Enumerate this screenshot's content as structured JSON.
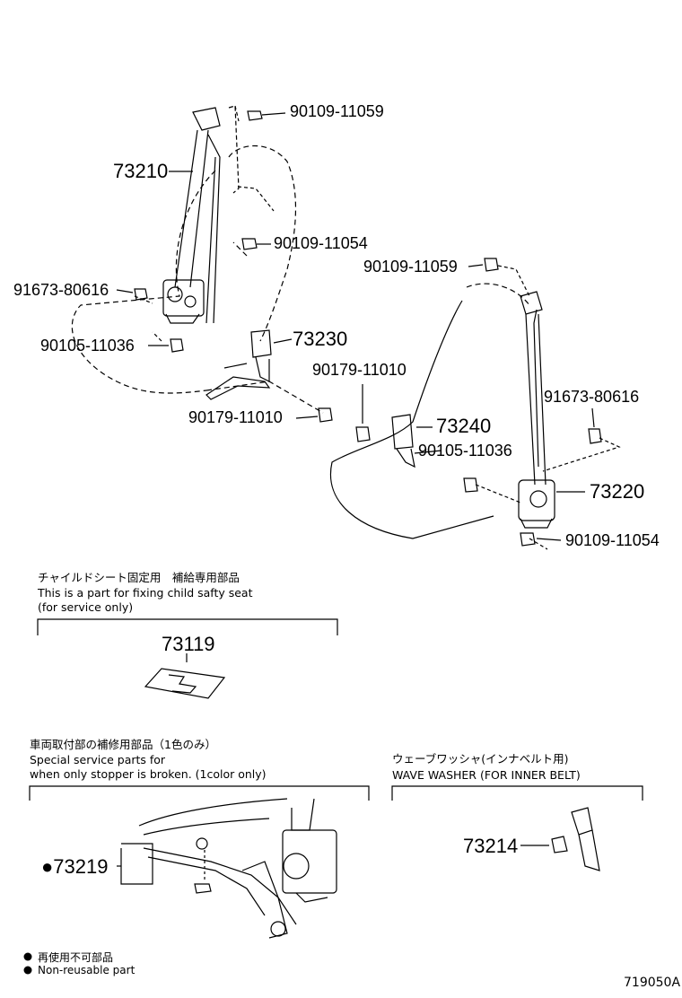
{
  "parts": {
    "p73210": "73210",
    "p90109_11059_a": "90109-11059",
    "p90109_11054_a": "90109-11054",
    "p91673_80616_a": "91673-80616",
    "p90105_11036_a": "90105-11036",
    "p73230": "73230",
    "p90179_11010_a": "90179-11010",
    "p90109_11059_b": "90109-11059",
    "p90179_11010_b": "90179-11010",
    "p73240": "73240",
    "p91673_80616_b": "91673-80616",
    "p90105_11036_b": "90105-11036",
    "p73220": "73220",
    "p90109_11054_b": "90109-11054",
    "p73119": "73119",
    "p73219": "●73219",
    "p73214": "73214"
  },
  "notes": {
    "child_seat_jp": "チャイルドシート固定用　補給専用部品",
    "child_seat_en1": "This is a part for fixing child safty seat",
    "child_seat_en2": "(for service only)",
    "stopper_jp": "車両取付部の補修用部品（1色のみ）",
    "stopper_en1": "Special service parts for",
    "stopper_en2": " when only stopper is broken. (1color only)",
    "washer_jp": "ウェーブワッシャ(インナベルト用)",
    "washer_en": "WAVE WASHER (FOR INNER BELT)"
  },
  "legend": {
    "jp": "再使用不可部品",
    "en": "Non-reusable part"
  },
  "footer": {
    "code": "719050A"
  }
}
